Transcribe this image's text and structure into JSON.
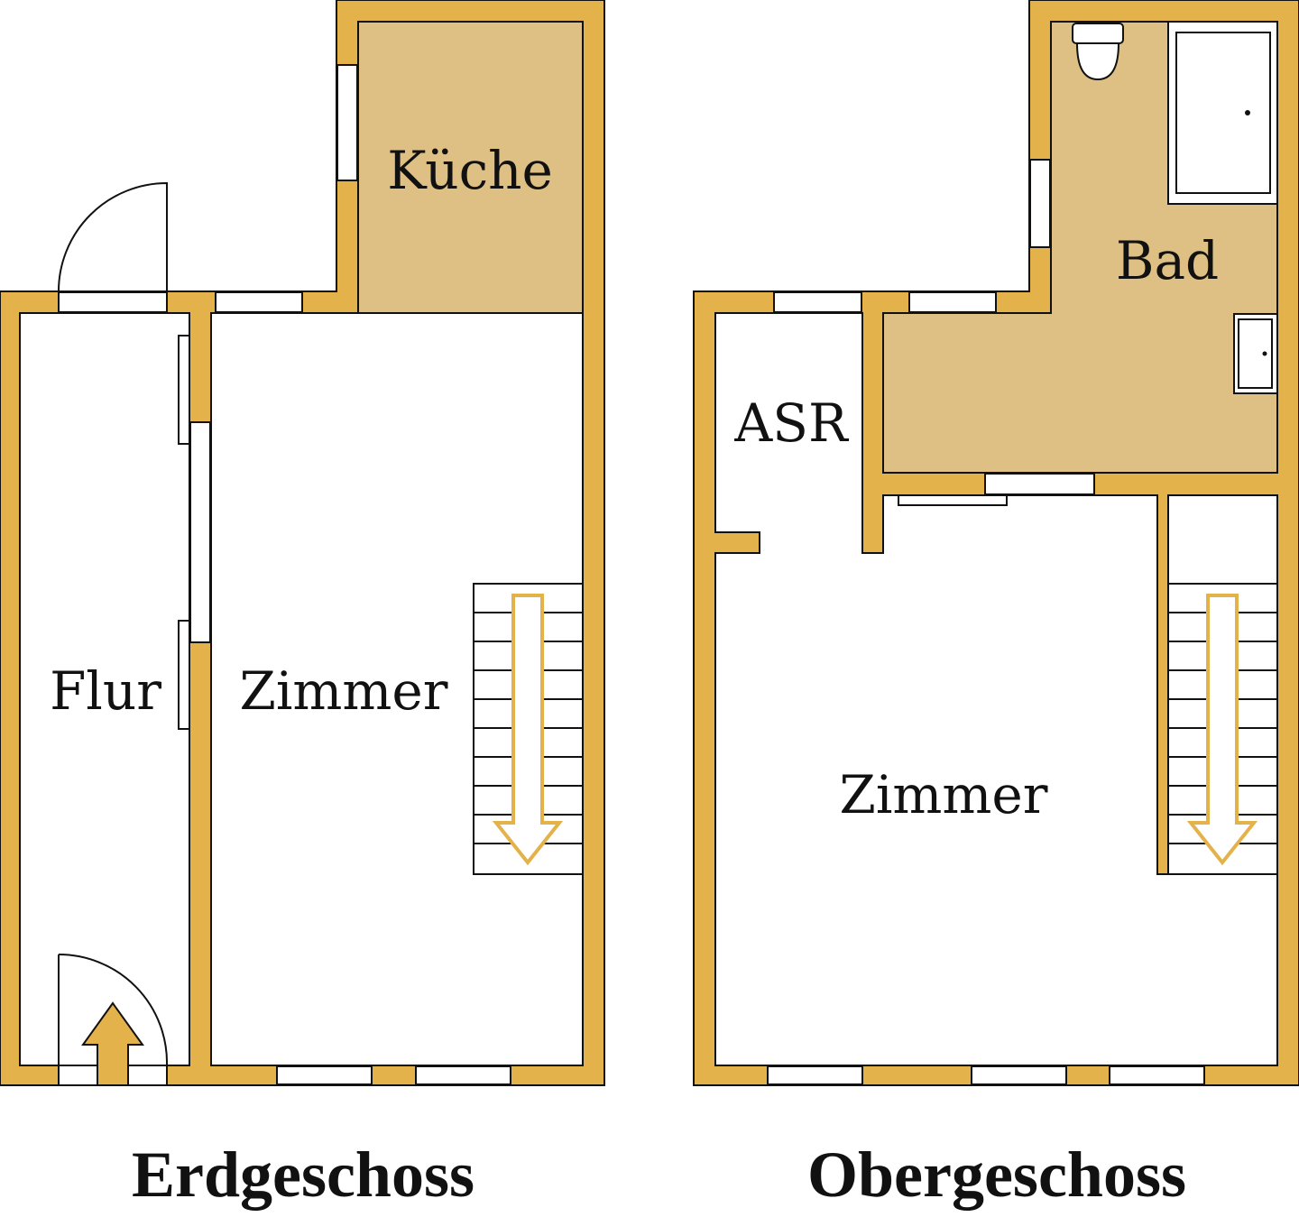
{
  "colors": {
    "wall": "#e4b24b",
    "floor_tiled": "#dfc084",
    "floor_plain": "#ffffff",
    "outline": "#111111",
    "arrow": "#e4b24b"
  },
  "ground_floor": {
    "title": "Erdgeschoss",
    "rooms": {
      "flur": "Flur",
      "zimmer": "Zimmer",
      "kueche": "Küche"
    }
  },
  "upper_floor": {
    "title": "Obergeschoss",
    "rooms": {
      "asr": "ASR",
      "zimmer": "Zimmer",
      "bad": "Bad"
    }
  },
  "icons": {
    "entrance": "entrance-arrow-icon",
    "stairs": "stairs-down-icon",
    "toilet": "toilet-icon",
    "bathtub": "bathtub-icon",
    "sink": "sink-icon",
    "door": "door-swing-icon"
  }
}
